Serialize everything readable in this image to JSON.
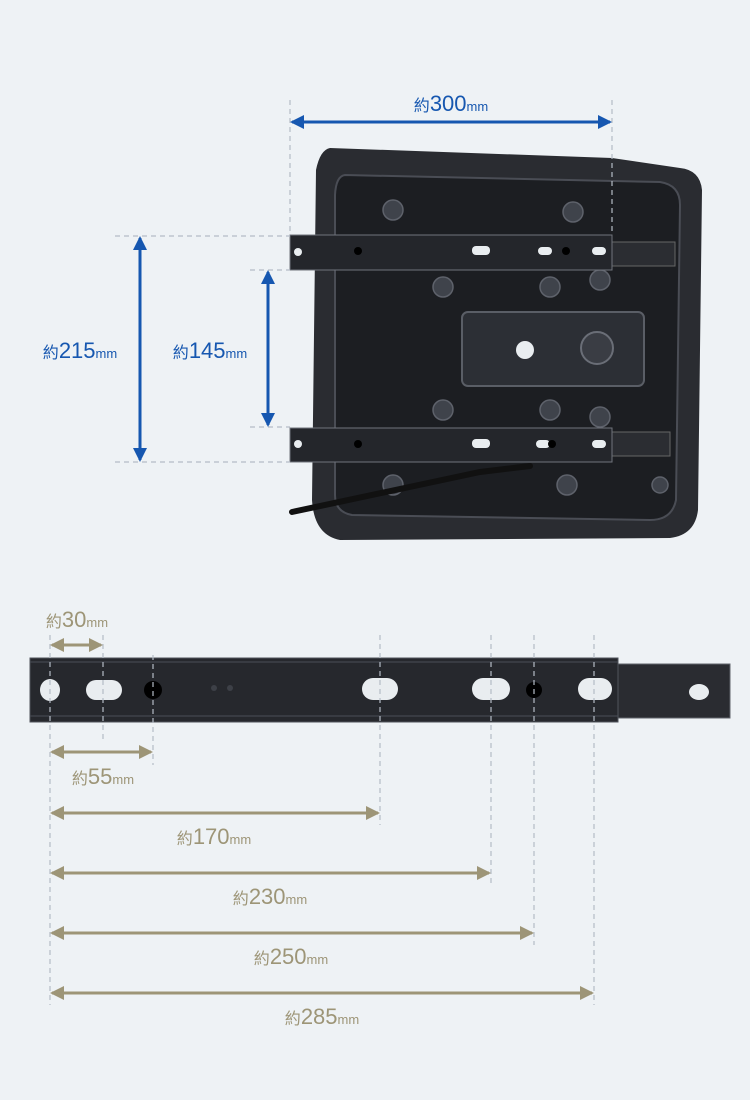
{
  "colors": {
    "blue": "#1657b0",
    "tan": "#9d9577",
    "background": "#eef2f5"
  },
  "seat_dimensions": {
    "width": {
      "prefix": "約",
      "value": "300",
      "unit": "mm"
    },
    "rail_outer_span": {
      "prefix": "約",
      "value": "215",
      "unit": "mm"
    },
    "rail_inner_span": {
      "prefix": "約",
      "value": "145",
      "unit": "mm"
    }
  },
  "rail_hole_positions": [
    {
      "prefix": "約",
      "value": "30",
      "unit": "mm"
    },
    {
      "prefix": "約",
      "value": "55",
      "unit": "mm"
    },
    {
      "prefix": "約",
      "value": "170",
      "unit": "mm"
    },
    {
      "prefix": "約",
      "value": "230",
      "unit": "mm"
    },
    {
      "prefix": "約",
      "value": "250",
      "unit": "mm"
    },
    {
      "prefix": "約",
      "value": "285",
      "unit": "mm"
    }
  ]
}
